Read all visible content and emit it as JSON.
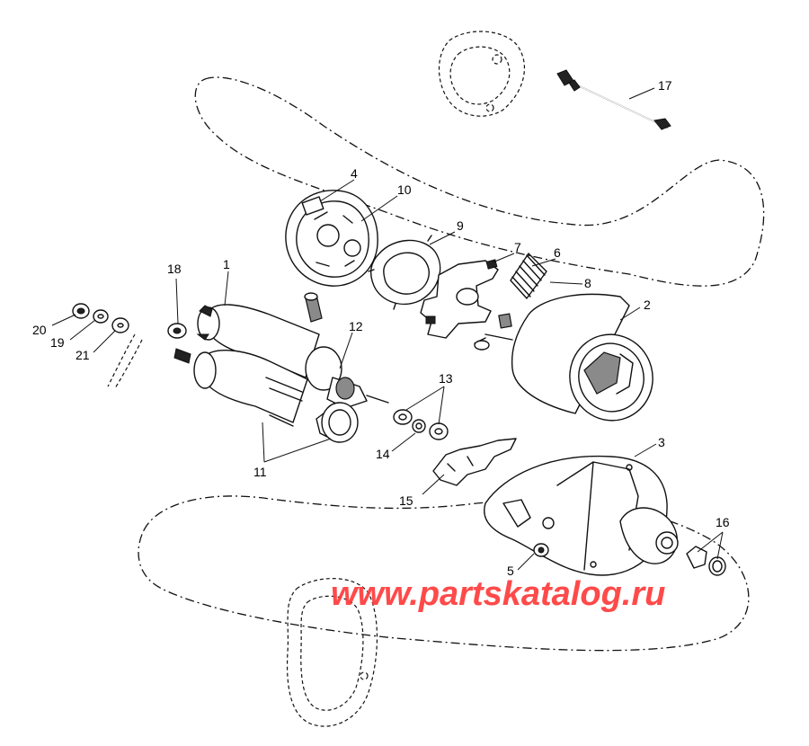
{
  "diagram": {
    "callouts": [
      {
        "id": "c1",
        "text": "1"
      },
      {
        "id": "c2",
        "text": "2"
      },
      {
        "id": "c3",
        "text": "3"
      },
      {
        "id": "c4",
        "text": "4"
      },
      {
        "id": "c5",
        "text": "5"
      },
      {
        "id": "c6",
        "text": "6"
      },
      {
        "id": "c7",
        "text": "7"
      },
      {
        "id": "c8",
        "text": "8"
      },
      {
        "id": "c9",
        "text": "9"
      },
      {
        "id": "c10",
        "text": "10"
      },
      {
        "id": "c11",
        "text": "11"
      },
      {
        "id": "c12",
        "text": "12"
      },
      {
        "id": "c13",
        "text": "13"
      },
      {
        "id": "c14",
        "text": "14"
      },
      {
        "id": "c15",
        "text": "15"
      },
      {
        "id": "c16",
        "text": "16"
      },
      {
        "id": "c17",
        "text": "17"
      },
      {
        "id": "c18",
        "text": "18"
      },
      {
        "id": "c19",
        "text": "19"
      },
      {
        "id": "c20",
        "text": "20"
      },
      {
        "id": "c21",
        "text": "21"
      }
    ]
  },
  "watermark": {
    "text": "www.partskatalog.ru",
    "color": "#ff3b3b"
  }
}
